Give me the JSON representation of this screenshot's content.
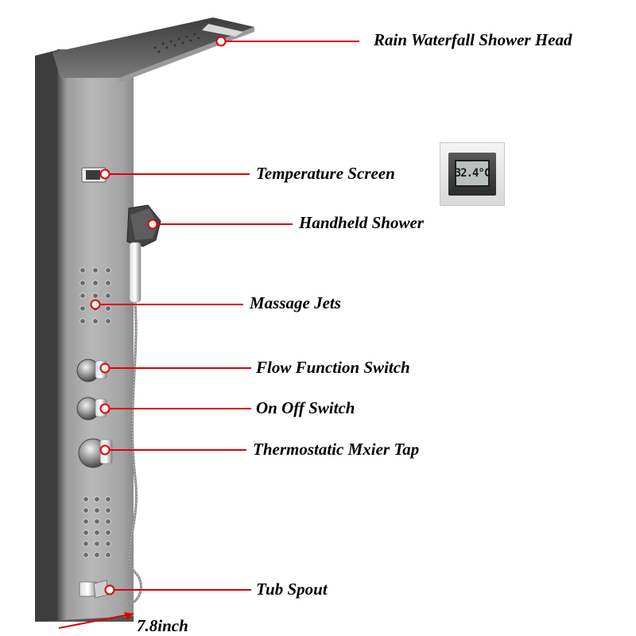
{
  "labels": {
    "rain_head": "Rain Waterfall Shower Head",
    "temperature_screen": "Temperature Screen",
    "handheld_shower": "Handheld Shower",
    "massage_jets": "Massage Jets",
    "flow_switch": "Flow Function Switch",
    "on_off_switch": "On Off Switch",
    "thermostatic_tap": "Thermostatic Mxier Tap",
    "tub_spout": "Tub Spout"
  },
  "dimension": "7.8inch",
  "temperature_display": "32.4°C",
  "colors": {
    "callout": "#e00000",
    "panel": "#a6a6a6",
    "panel_dark": "#4a4a4a"
  }
}
